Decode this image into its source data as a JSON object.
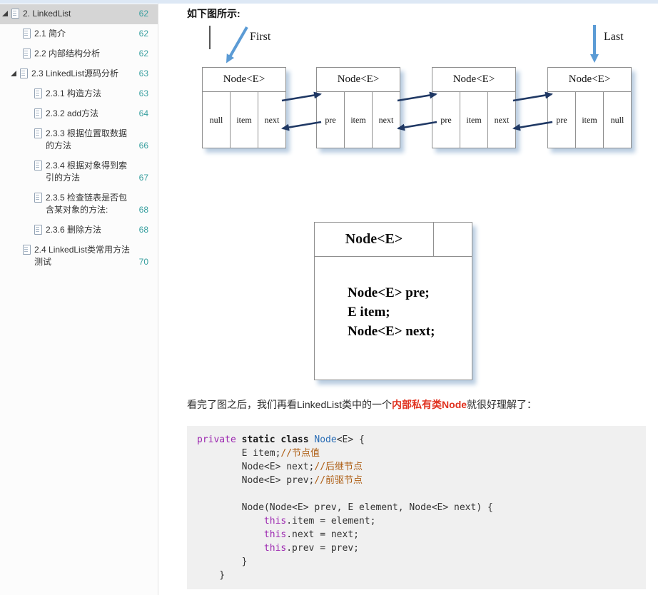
{
  "colors": {
    "page_number_teal": "#3aa0a0",
    "selected_row_gray": "#d5d5d5",
    "highlight_red": "#e0301e",
    "arrow_navy": "#1f3864",
    "arrow_blue": "#5b9bd5",
    "code_keyword": "#9c27b0",
    "code_type": "#2a6db5",
    "code_comment": "#ad5c11"
  },
  "sidebar": {
    "items": [
      {
        "label": "2. LinkedList",
        "page": "62"
      },
      {
        "label": "2.1 简介",
        "page": "62"
      },
      {
        "label": "2.2 内部结构分析",
        "page": "62"
      },
      {
        "label": "2.3 LinkedList源码分析",
        "page": "63"
      },
      {
        "label": "2.3.1 构造方法",
        "page": "63"
      },
      {
        "label": "2.3.2 add方法",
        "page": "64"
      },
      {
        "label": "2.3.3 根据位置取数据的方法",
        "page": "66"
      },
      {
        "label": "2.3.4 根据对象得到索引的方法",
        "page": "67"
      },
      {
        "label": "2.3.5 检查链表是否包含某对象的方法:",
        "page": "68"
      },
      {
        "label": "2.3.6 删除方法",
        "page": "68"
      },
      {
        "label": "2.4 LinkedList类常用方法测试",
        "page": "70"
      }
    ]
  },
  "content": {
    "intro_text": "如下图所示:",
    "diagram1": {
      "first_label": "First",
      "last_label": "Last",
      "nodes": [
        {
          "title": "Node<E>",
          "cells": [
            "null",
            "item",
            "next"
          ]
        },
        {
          "title": "Node<E>",
          "cells": [
            "pre",
            "item",
            "next"
          ]
        },
        {
          "title": "Node<E>",
          "cells": [
            "pre",
            "item",
            "next"
          ]
        },
        {
          "title": "Node<E>",
          "cells": [
            "pre",
            "item",
            "null"
          ]
        }
      ]
    },
    "diagram2": {
      "title": "Node<E>",
      "lines": [
        "Node<E> pre;",
        "E item;",
        "Node<E> next;"
      ]
    },
    "paragraph": {
      "before": "看完了图之后，我们再看LinkedList类中的一个",
      "highlight": "内部私有类Node",
      "after": "就很好理解了："
    },
    "code": {
      "lines": [
        {
          "segments": [
            {
              "t": "private",
              "c": "kw"
            },
            {
              "t": " ",
              "c": "p"
            },
            {
              "t": "static class",
              "c": "kwb"
            },
            {
              "t": " ",
              "c": "p"
            },
            {
              "t": "Node",
              "c": "ty"
            },
            {
              "t": "<E> {",
              "c": "p"
            }
          ]
        },
        {
          "segments": [
            {
              "t": "        E item;",
              "c": "p"
            },
            {
              "t": "//节点值",
              "c": "cm"
            }
          ]
        },
        {
          "segments": [
            {
              "t": "        Node<E> next;",
              "c": "p"
            },
            {
              "t": "//后继节点",
              "c": "cm"
            }
          ]
        },
        {
          "segments": [
            {
              "t": "        Node<E> prev;",
              "c": "p"
            },
            {
              "t": "//前驱节点",
              "c": "cm"
            }
          ]
        },
        {
          "segments": [
            {
              "t": "",
              "c": "p"
            }
          ]
        },
        {
          "segments": [
            {
              "t": "        Node(Node<E> prev, E element, Node<E> next) {",
              "c": "p"
            }
          ]
        },
        {
          "segments": [
            {
              "t": "            ",
              "c": "p"
            },
            {
              "t": "this",
              "c": "kw"
            },
            {
              "t": ".item = element;",
              "c": "p"
            }
          ]
        },
        {
          "segments": [
            {
              "t": "            ",
              "c": "p"
            },
            {
              "t": "this",
              "c": "kw"
            },
            {
              "t": ".next = next;",
              "c": "p"
            }
          ]
        },
        {
          "segments": [
            {
              "t": "            ",
              "c": "p"
            },
            {
              "t": "this",
              "c": "kw"
            },
            {
              "t": ".prev = prev;",
              "c": "p"
            }
          ]
        },
        {
          "segments": [
            {
              "t": "        }",
              "c": "p"
            }
          ]
        },
        {
          "segments": [
            {
              "t": "    }",
              "c": "p"
            }
          ]
        }
      ]
    }
  }
}
